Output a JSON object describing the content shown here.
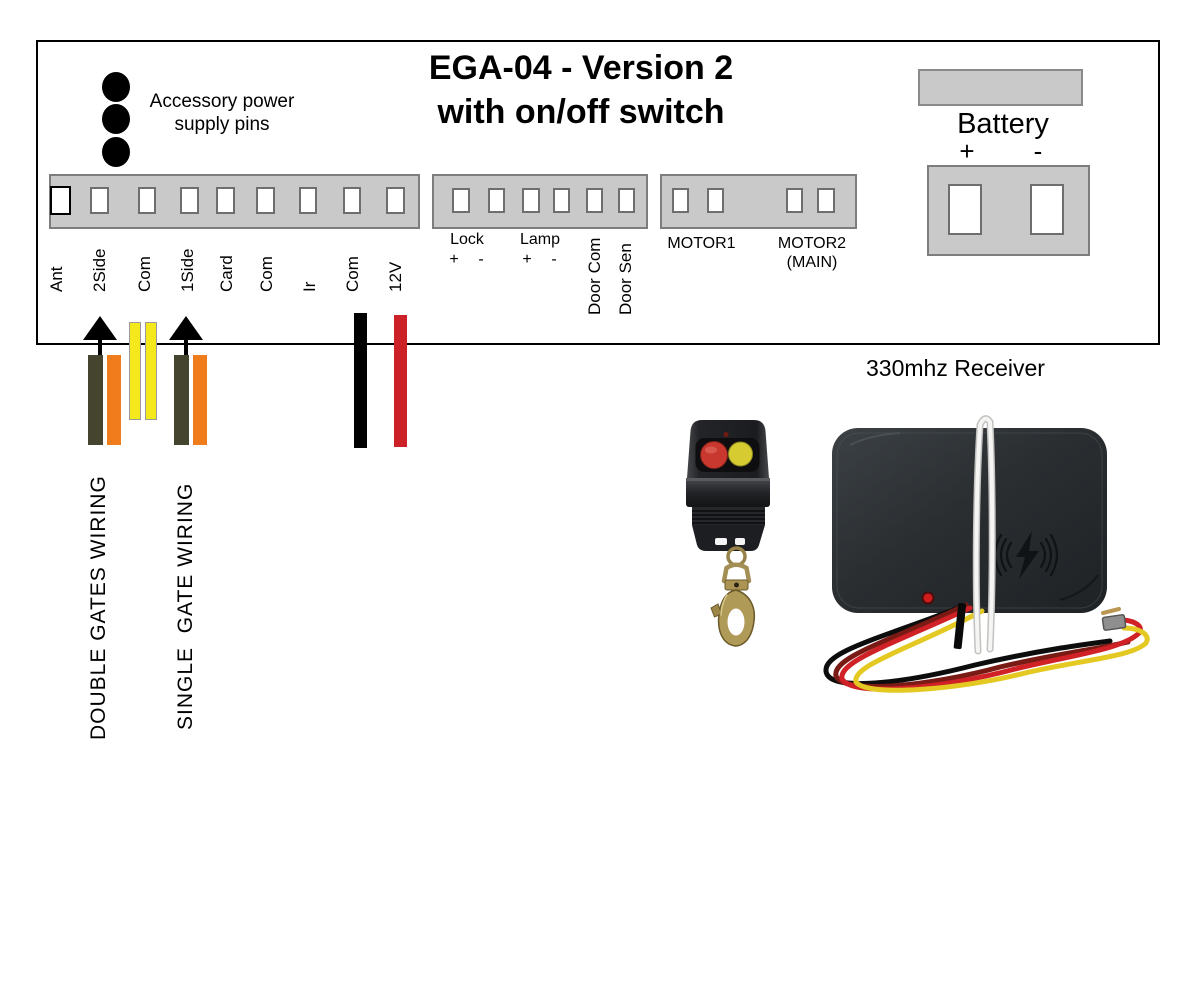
{
  "diagram": {
    "title_line1": "EGA-04 - Version 2",
    "title_line2": "with on/off switch",
    "accessory_note_line1": "Accessory power",
    "accessory_note_line2": "supply pins",
    "receiver_label": "330mhz Receiver"
  },
  "left_strip": {
    "labels": [
      "Ant",
      "2Side",
      "Com",
      "1Side",
      "Card",
      "Com",
      "Ir",
      "Com",
      "12V"
    ]
  },
  "io_strip": {
    "lock": "Lock",
    "lock_plus": "+",
    "lock_minus": "-",
    "lamp": "Lamp",
    "lamp_plus": "+",
    "lamp_minus": "-",
    "door_com": "Door Com",
    "door_sen": "Door Sen"
  },
  "motor_strip": {
    "motor1": "MOTOR1",
    "motor2": "MOTOR2",
    "motor2_sub": "(MAIN)"
  },
  "battery": {
    "label": "Battery",
    "plus": "+",
    "minus": "-"
  },
  "wiring": {
    "double_gates": "DOUBLE GATES WIRING",
    "single_gate": "SINGLE  GATE WIRING"
  },
  "colors": {
    "wire_red": "#cc2127",
    "wire_black": "#000000",
    "wire_orange": "#f07c1c",
    "wire_olive": "#45452f",
    "wire_yellow": "#f5e81c",
    "strip_fill": "#c9c9c9",
    "remote_button_red": "#c9382e",
    "remote_button_yellow": "#d6cc32",
    "antenna_white": "#f5f5f3",
    "receiver_led_red": "#e01e1e"
  }
}
